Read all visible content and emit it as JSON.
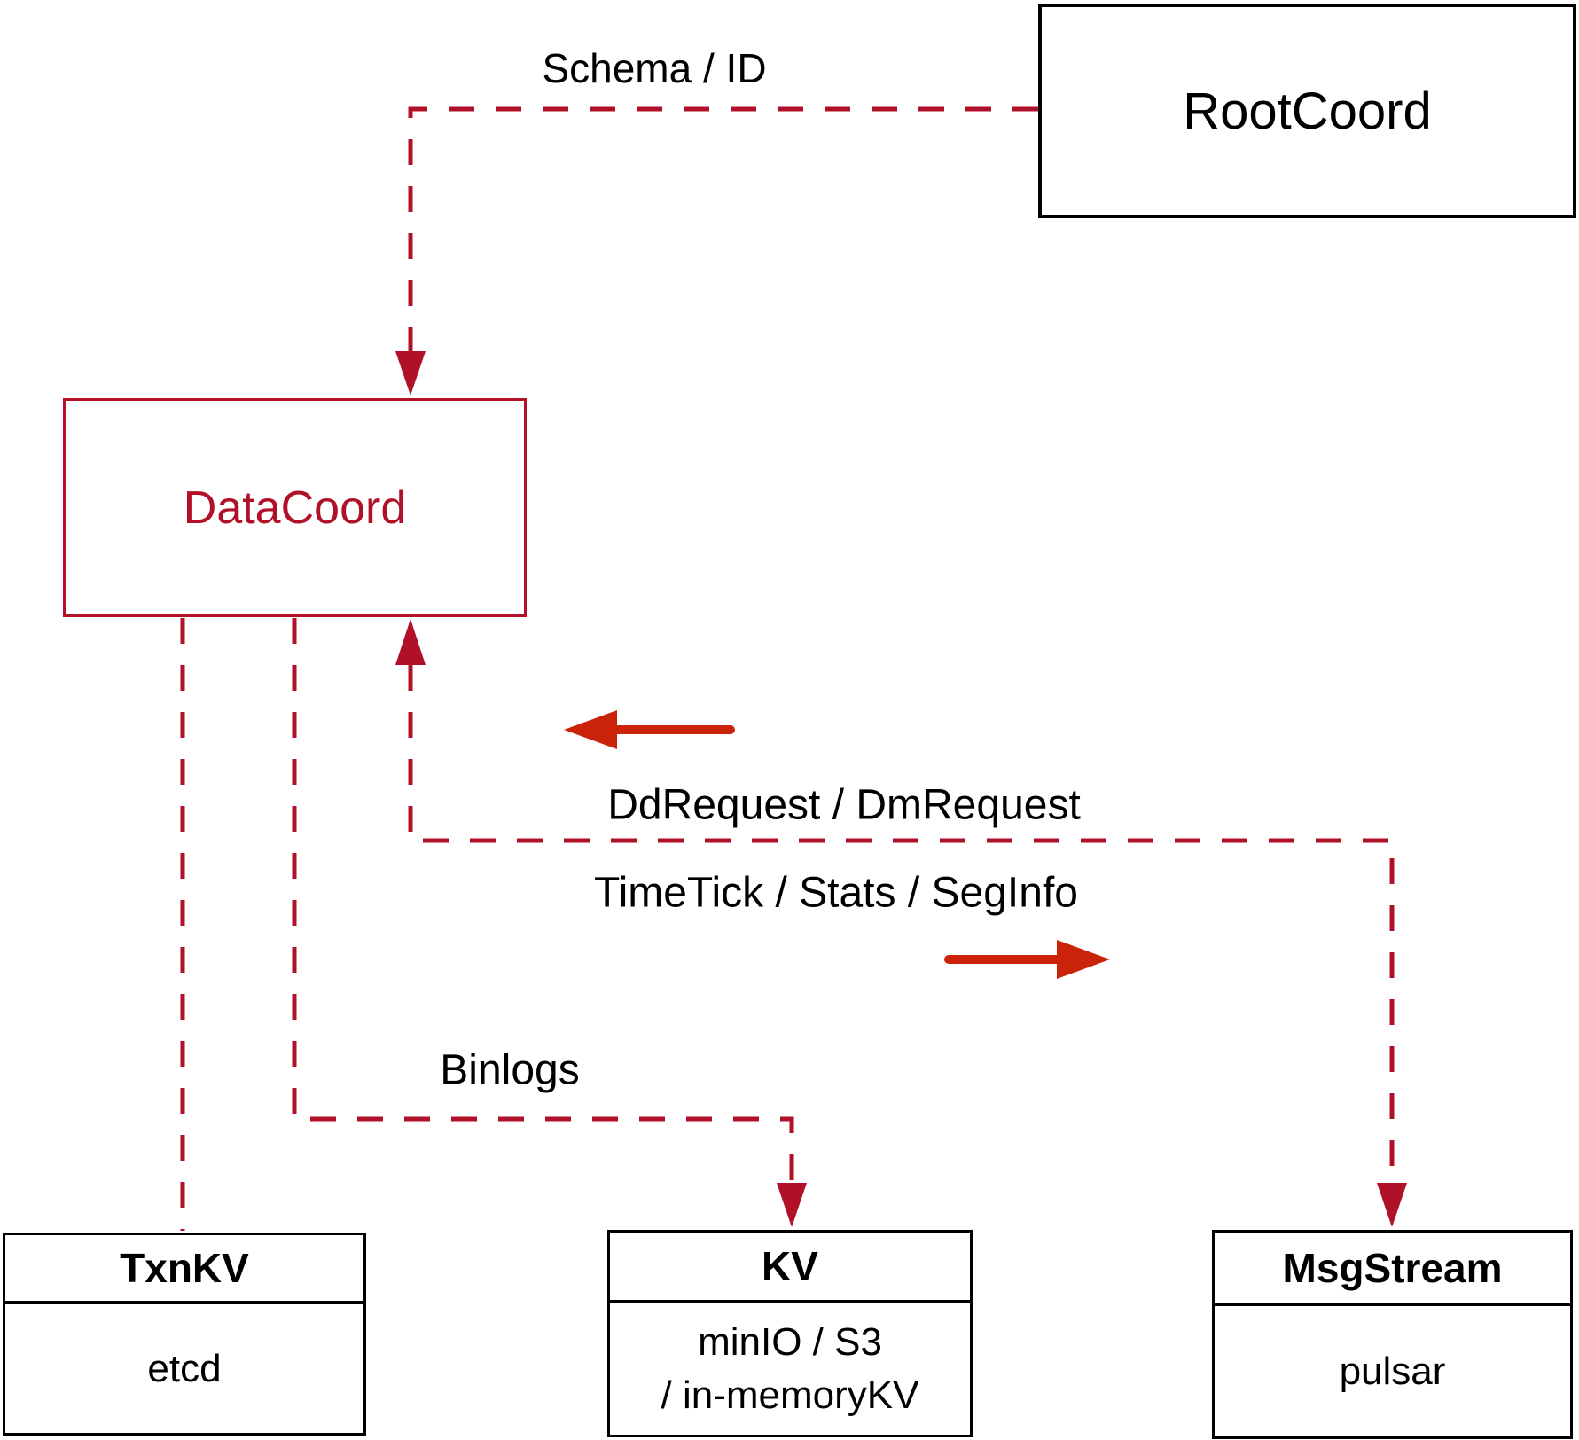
{
  "colors": {
    "crimson": "#b01128",
    "arrow_red": "#cb2309",
    "ink": "#000000",
    "background": "#ffffff"
  },
  "nodes": {
    "root_coord": {
      "label": "RootCoord"
    },
    "data_coord": {
      "label": "DataCoord"
    },
    "txn_kv": {
      "title": "TxnKV",
      "detail": "etcd"
    },
    "kv": {
      "title": "KV",
      "detail_line1": "minIO / S3",
      "detail_line2": "/ in-memoryKV"
    },
    "msg_stream": {
      "title": "MsgStream",
      "detail": "pulsar"
    }
  },
  "edge_labels": {
    "schema_id": "Schema / ID",
    "dd_dm_request": "DdRequest / DmRequest",
    "timetick_stats_seginfo": "TimeTick / Stats / SegInfo",
    "binlogs": "Binlogs"
  }
}
